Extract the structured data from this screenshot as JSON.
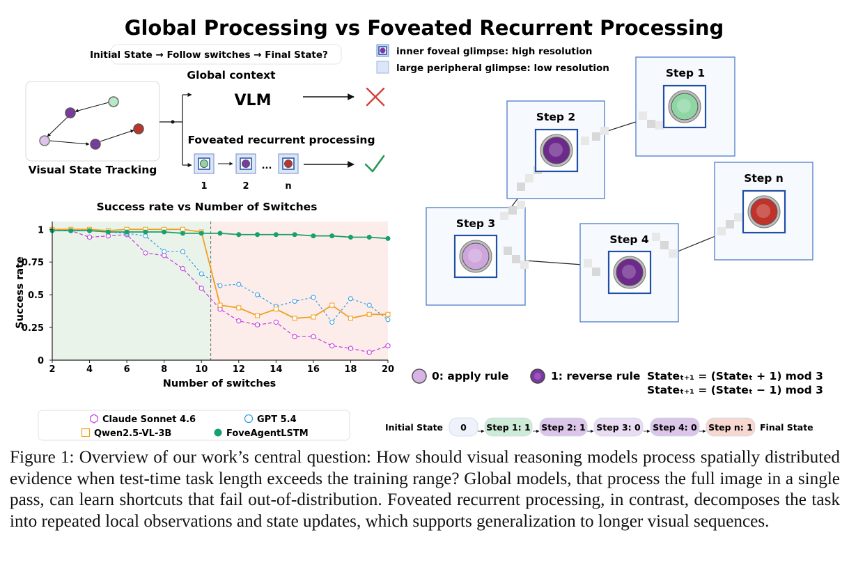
{
  "title": "Global Processing vs Foveated Recurrent Processing",
  "task": {
    "question": "Initial State → Follow switches → Final State?",
    "visual_label": "Visual State Tracking",
    "global_label": "Global context",
    "vlm_label": "VLM",
    "foveated_label": "Foveated recurrent processing",
    "steps": [
      "1",
      "2",
      "n"
    ],
    "ellipsis": "..."
  },
  "legend_top": {
    "inner": "inner foveal glimpse: high resolution",
    "outer": "large peripheral glimpse: low resolution"
  },
  "panels": [
    {
      "label": "Step 1",
      "color": "#8fd6a4"
    },
    {
      "label": "Step 2",
      "color": "#6d2a8c"
    },
    {
      "label": "Step 3",
      "color": "#cfa6dc"
    },
    {
      "label": "Step 4",
      "color": "#6d2a8c"
    },
    {
      "label": "Step n",
      "color": "#c0332a"
    }
  ],
  "rules": {
    "apply": "0: apply rule",
    "reverse": "1: reverse rule",
    "eq1": "Stateₜ₊₁ = (Stateₜ + 1) mod 3",
    "eq2": "Stateₜ₊₁ = (Stateₜ − 1) mod 3"
  },
  "sequence": {
    "initial_label": "Initial State",
    "final_label": "Final State",
    "chips": [
      {
        "text": "0",
        "color": "#eef3fb"
      },
      {
        "text": "Step 1: 1",
        "color": "#cdebd6"
      },
      {
        "text": "Step 2: 1",
        "color": "#dbc5e9"
      },
      {
        "text": "Step 3: 0",
        "color": "#eadcf2"
      },
      {
        "text": "Step 4: 0",
        "color": "#dbc5e9"
      },
      {
        "text": "Step n: 1",
        "color": "#f6d8d0"
      }
    ]
  },
  "chart_data": {
    "type": "line",
    "title": "Success rate vs Number of Switches",
    "xlabel": "Number of switches",
    "ylabel": "Success rate",
    "xlim": [
      2,
      20
    ],
    "ylim": [
      0,
      1.06
    ],
    "xticks": [
      2,
      4,
      6,
      8,
      10,
      12,
      14,
      16,
      18,
      20
    ],
    "yticks": [
      0,
      0.25,
      0.5,
      0.75,
      1
    ],
    "ytick_labels": [
      "0",
      "0.25",
      "0.5",
      "0.75",
      "1"
    ],
    "train_boundary": 10.5,
    "region_colors": {
      "in": "#e9f3ea",
      "out": "#fcecea"
    },
    "x": [
      2,
      3,
      4,
      5,
      6,
      7,
      8,
      9,
      10,
      11,
      12,
      13,
      14,
      15,
      16,
      17,
      18,
      19,
      20
    ],
    "series": [
      {
        "name": "Claude Sonnet 4.6",
        "color": "#c13be0",
        "marker": "hexagon",
        "dash": "5,3",
        "values": [
          1.0,
          0.99,
          0.94,
          0.95,
          0.96,
          0.82,
          0.8,
          0.7,
          0.55,
          0.39,
          0.3,
          0.27,
          0.29,
          0.18,
          0.18,
          0.11,
          0.09,
          0.06,
          0.11
        ]
      },
      {
        "name": "GPT 5.4",
        "color": "#2f9be3",
        "marker": "circle-open",
        "dash": "3,3",
        "values": [
          1.0,
          1.0,
          0.99,
          0.98,
          0.97,
          0.95,
          0.83,
          0.83,
          0.66,
          0.57,
          0.58,
          0.5,
          0.41,
          0.45,
          0.48,
          0.29,
          0.47,
          0.42,
          0.31
        ]
      },
      {
        "name": "Qwen2.5-VL-3B",
        "color": "#f0a01e",
        "marker": "square",
        "dash": "",
        "values": [
          1.0,
          1.0,
          1.0,
          0.99,
          1.0,
          1.0,
          1.0,
          1.0,
          0.98,
          0.42,
          0.4,
          0.34,
          0.39,
          0.32,
          0.33,
          0.42,
          0.32,
          0.35,
          0.35
        ]
      },
      {
        "name": "FoveAgentLSTM",
        "color": "#18a06e",
        "marker": "circle-filled",
        "dash": "",
        "values": [
          0.99,
          0.99,
          0.99,
          0.98,
          0.98,
          0.98,
          0.98,
          0.97,
          0.97,
          0.97,
          0.96,
          0.96,
          0.96,
          0.96,
          0.95,
          0.95,
          0.94,
          0.94,
          0.93
        ]
      }
    ]
  },
  "caption": "Figure 1: Overview of our work’s central question: How should visual reasoning models process spatially distributed evidence when test-time task length exceeds the training range? Global models, that process the full image in a single pass, can learn shortcuts that fail out-of-distribution. Foveated recurrent processing, in contrast, decomposes the task into repeated local observations and state updates, which supports generalization to longer visual sequences."
}
